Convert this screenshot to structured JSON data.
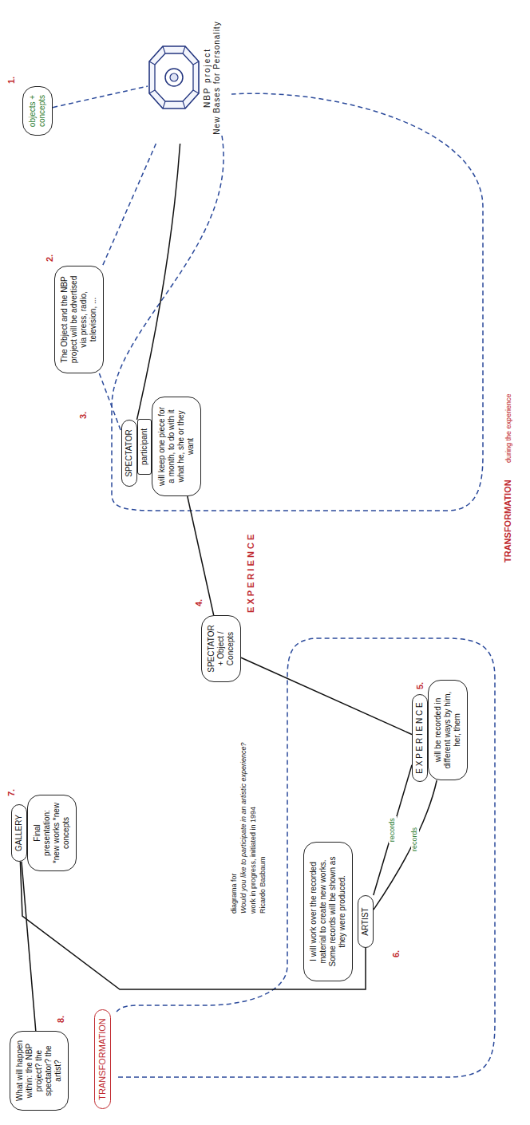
{
  "diagram": {
    "nodes": [
      {
        "text": [
          "objects + concepts"
        ]
      },
      {
        "text": [
          "NBP project",
          "New Bases for Personality"
        ]
      },
      {
        "text": [
          "The Object and the NBP project will be advertised via press, radio, television, ..."
        ]
      },
      {
        "text": [
          "SPECTATOR"
        ]
      },
      {
        "text": [
          "participant"
        ]
      },
      {
        "text": [
          "will keep one piece for a month, to do with it what he, she or they want"
        ]
      },
      {
        "text": [
          "SPECTATOR + Object / Concepts"
        ]
      },
      {
        "text": [
          "E X P E R I E N C E"
        ]
      },
      {
        "text": [
          "will be recorded in different ways by him, her, them"
        ]
      },
      {
        "text": [
          "ARTIST"
        ]
      },
      {
        "text": [
          "I will work over the recorded material to create new works. Some records will be shown as they were produced."
        ]
      },
      {
        "text": [
          "GALLERY"
        ]
      },
      {
        "text": [
          "Final presentation: *new works *new concepts"
        ]
      },
      {
        "text": [
          "What will happen within: the NBP project? the spectator? the artist?"
        ]
      },
      {
        "text": [
          "TRANSFORMATION"
        ]
      }
    ],
    "edges": [
      {
        "from": 0,
        "to": 1,
        "arrow": "none"
      },
      {
        "from": 1,
        "to": 2,
        "arrow": "none"
      },
      {
        "from": 2,
        "to": 3,
        "arrow": "none"
      },
      {
        "from": 1,
        "to": 3,
        "arrow": "none"
      },
      {
        "from": 5,
        "to": 6,
        "arrow": "none"
      },
      {
        "from": 6,
        "to": 7,
        "arrow": "none"
      },
      {
        "from": 7,
        "to": 9,
        "label": "records",
        "arrow": "none"
      },
      {
        "from": 8,
        "to": 9,
        "label": "records",
        "arrow": "none"
      },
      {
        "from": 9,
        "to": 11,
        "arrow": "none"
      },
      {
        "from": 11,
        "to": 13,
        "arrow": "none"
      }
    ],
    "labels": [
      "1.",
      "2.",
      "3.",
      "4.",
      "E X P E R I E N C E",
      "5.",
      "6.",
      "7.",
      "8.",
      "diagrama for",
      "Would you like to participate in an artistic experience?",
      "work in progress, initiated in 1994",
      "Ricardo Basbaum",
      "TRANSFORMATION",
      "during the experience"
    ]
  }
}
